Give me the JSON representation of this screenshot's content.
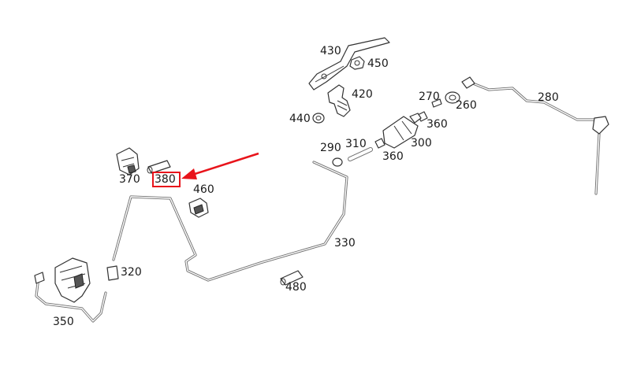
{
  "labels": {
    "p430": "430",
    "p450": "450",
    "p420": "420",
    "p440": "440",
    "p270": "270",
    "p260": "260",
    "p280": "280",
    "p360a": "360",
    "p300": "300",
    "p360b": "360",
    "p290": "290",
    "p310": "310",
    "p370": "370",
    "p380": "380",
    "p460": "460",
    "p330": "330",
    "p320": "320",
    "p480": "480",
    "p350": "350"
  },
  "highlight": {
    "part": "380",
    "color": "#e8141b"
  },
  "colors": {
    "line": "#6e6e6e",
    "outline": "#333333",
    "label": "#1a1a1a"
  }
}
